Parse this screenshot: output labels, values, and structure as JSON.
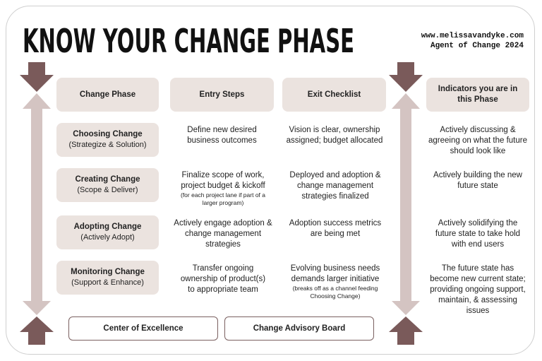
{
  "title": "KNOW YOUR CHANGE PHASE",
  "credit": {
    "website": "www.melissavandyke.com",
    "tagline": "Agent of Change 2024"
  },
  "headers": {
    "phase": "Change Phase",
    "entry": "Entry Steps",
    "exit": "Exit Checklist",
    "indicators": "Indicators you are in this Phase"
  },
  "rows": [
    {
      "name": "Choosing Change",
      "sub": "(Strategize & Solution)",
      "entry": "Define new desired business outcomes",
      "entry_note": "",
      "exit": "Vision is clear, ownership assigned; budget allocated",
      "exit_note": "",
      "indicator": "Actively discussing & agreeing on what the future should  look like"
    },
    {
      "name": "Creating Change",
      "sub": "(Scope & Deliver)",
      "entry": "Finalize scope of work, project budget & kickoff",
      "entry_note": "(for each project lane if part of a larger program)",
      "exit": "Deployed and adoption & change management strategies finalized",
      "exit_note": "",
      "indicator": "Actively building the new future state"
    },
    {
      "name": "Adopting Change",
      "sub": "(Actively Adopt)",
      "entry": "Actively engage adoption & change management strategies",
      "entry_note": "",
      "exit": "Adoption success metrics are being met",
      "exit_note": "",
      "indicator": "Actively solidifying the future state to take hold with end users"
    },
    {
      "name": "Monitoring Change",
      "sub": "(Support & Enhance)",
      "entry": "Transfer ongoing ownership of product(s) to appropriate team",
      "entry_note": "",
      "exit": "Evolving business needs demands larger initiative",
      "exit_note": "(breaks off as a channel feeding Choosing Change)",
      "indicator": "The future state has become new current state; providing ongoing support, maintain, & assessing issues"
    }
  ],
  "footer": {
    "left": "Center of Excellence",
    "right": "Change Advisory Board"
  },
  "colors": {
    "box_fill": "#ebe3df",
    "arrow_dark": "#7a5a5a",
    "arrow_light": "#d4c4c2",
    "footer_border": "#7a6060"
  }
}
